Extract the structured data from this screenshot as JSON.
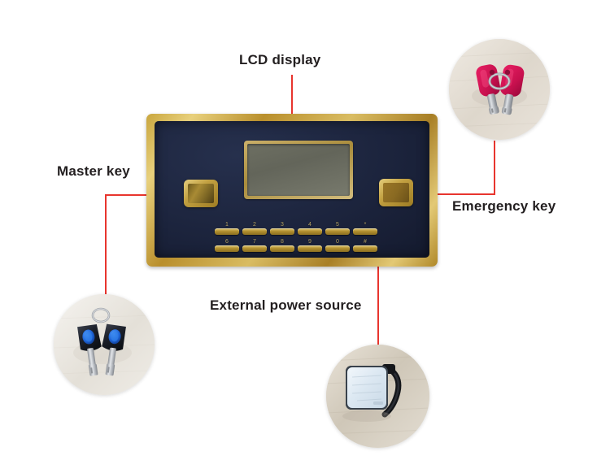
{
  "page": {
    "background": "#ffffff",
    "leader_line_color": "#e8352e",
    "label_color": "#231f20"
  },
  "labels": {
    "lcd": "LCD display",
    "master_key": "Master key",
    "emergency_key": "Emergency key",
    "external_power": "External power source"
  },
  "panel": {
    "body_color": "#c9a63e",
    "face_color": "#1c243d",
    "lcd": {
      "bezel_color": "#b89a45",
      "screen_color": "#6d6f62",
      "screen_text": ""
    },
    "locks": {
      "master": {
        "name": "Master key lock",
        "color": "#c2a041"
      },
      "emergency": {
        "name": "Emergency key lock",
        "color": "#9a7627"
      }
    },
    "keypad": {
      "rows": [
        [
          "1",
          "2",
          "3",
          "4",
          "5",
          "*"
        ],
        [
          "6",
          "7",
          "8",
          "9",
          "0",
          "#"
        ]
      ],
      "key_color": "#b2902f",
      "label_color": "#b8a668"
    }
  },
  "photos": {
    "emergency_key": {
      "caption": "Emergency key",
      "key_head_color": "#d4145a",
      "barrel_color": "#b9bcc0",
      "ring_color": "#a9a9a9",
      "background_color": "#e6e0d8",
      "count": 2
    },
    "master_key": {
      "caption": "Master key",
      "key_head_color": "#1c1f28",
      "emblem_color": "#1d63d6",
      "blade_color": "#c3c6cb",
      "background_color": "#edeae4",
      "count": 2
    },
    "external_power": {
      "caption": "External power source",
      "battery_color": "#e2ecf5",
      "battery_border_color": "#3a4754",
      "cable_color": "#1b1b1b",
      "background_color": "#ddd6c9"
    }
  }
}
